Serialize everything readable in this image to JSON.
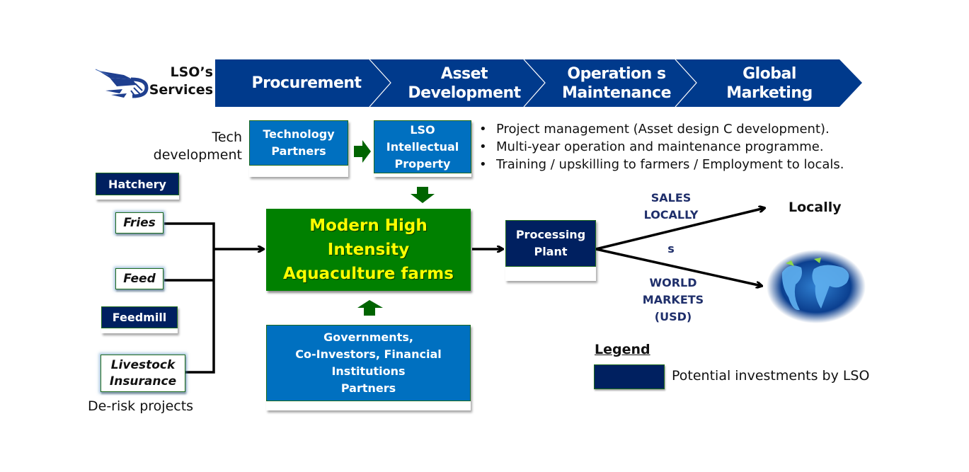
{
  "header": {
    "logo_icon": "lso-shrimp-logo-icon",
    "services_label_line1": "LSO’s",
    "services_label_line2": "Services",
    "stages": [
      {
        "line1": "Procurement",
        "line2": ""
      },
      {
        "line1": "Asset",
        "line2": "Development"
      },
      {
        "line1": "Operation s",
        "line2": "Maintenance"
      },
      {
        "line1": "Global",
        "line2": "Marketing"
      }
    ],
    "chevron_color": "#003a8c"
  },
  "tech": {
    "label_line1": "Tech",
    "label_line2": "development",
    "technology_partners": {
      "line1": "Technology",
      "line2": "Partners"
    },
    "ip_box": {
      "line1": "LSO",
      "line2": "Intellectual",
      "line3": "Property"
    }
  },
  "bullets": [
    "Project management (Asset design C development).",
    "Multi-year operation and maintenance programme.",
    "Training / upskilling to farmers  / Employment to locals."
  ],
  "left_column": {
    "hatchery": "Hatchery",
    "fries": "Fries",
    "feed": "Feed",
    "feedmill": "Feedmill",
    "livestock_line1": "Livestock",
    "livestock_line2": "Insurance",
    "derisk": "De-risk projects"
  },
  "center": {
    "main_line1": "Modern High",
    "main_line2": "Intensity",
    "main_line3": "Aquaculture farms",
    "funding_line1": "Governments,",
    "funding_line2": "Co-Investors, Financial",
    "funding_line3": "Institutions",
    "funding_line4": "Partners"
  },
  "processing": {
    "line1": "Processing",
    "line2": "Plant"
  },
  "markets": {
    "sales_line1": "SALES",
    "sales_line2": "LOCALLY",
    "stray": "s",
    "world_line1": "WORLD",
    "world_line2": "MARKETS",
    "world_line3": "(USD)",
    "locally": "Locally",
    "globe_icon": "world-globe-icon"
  },
  "legend": {
    "title": "Legend",
    "item_label": "Potential investments by LSO",
    "item_color": "#002060"
  },
  "colors": {
    "blue_box": "#0070c0",
    "navy_box": "#002060",
    "main_green": "#008000",
    "main_text": "#ffff00",
    "arrow_green": "#006400"
  }
}
